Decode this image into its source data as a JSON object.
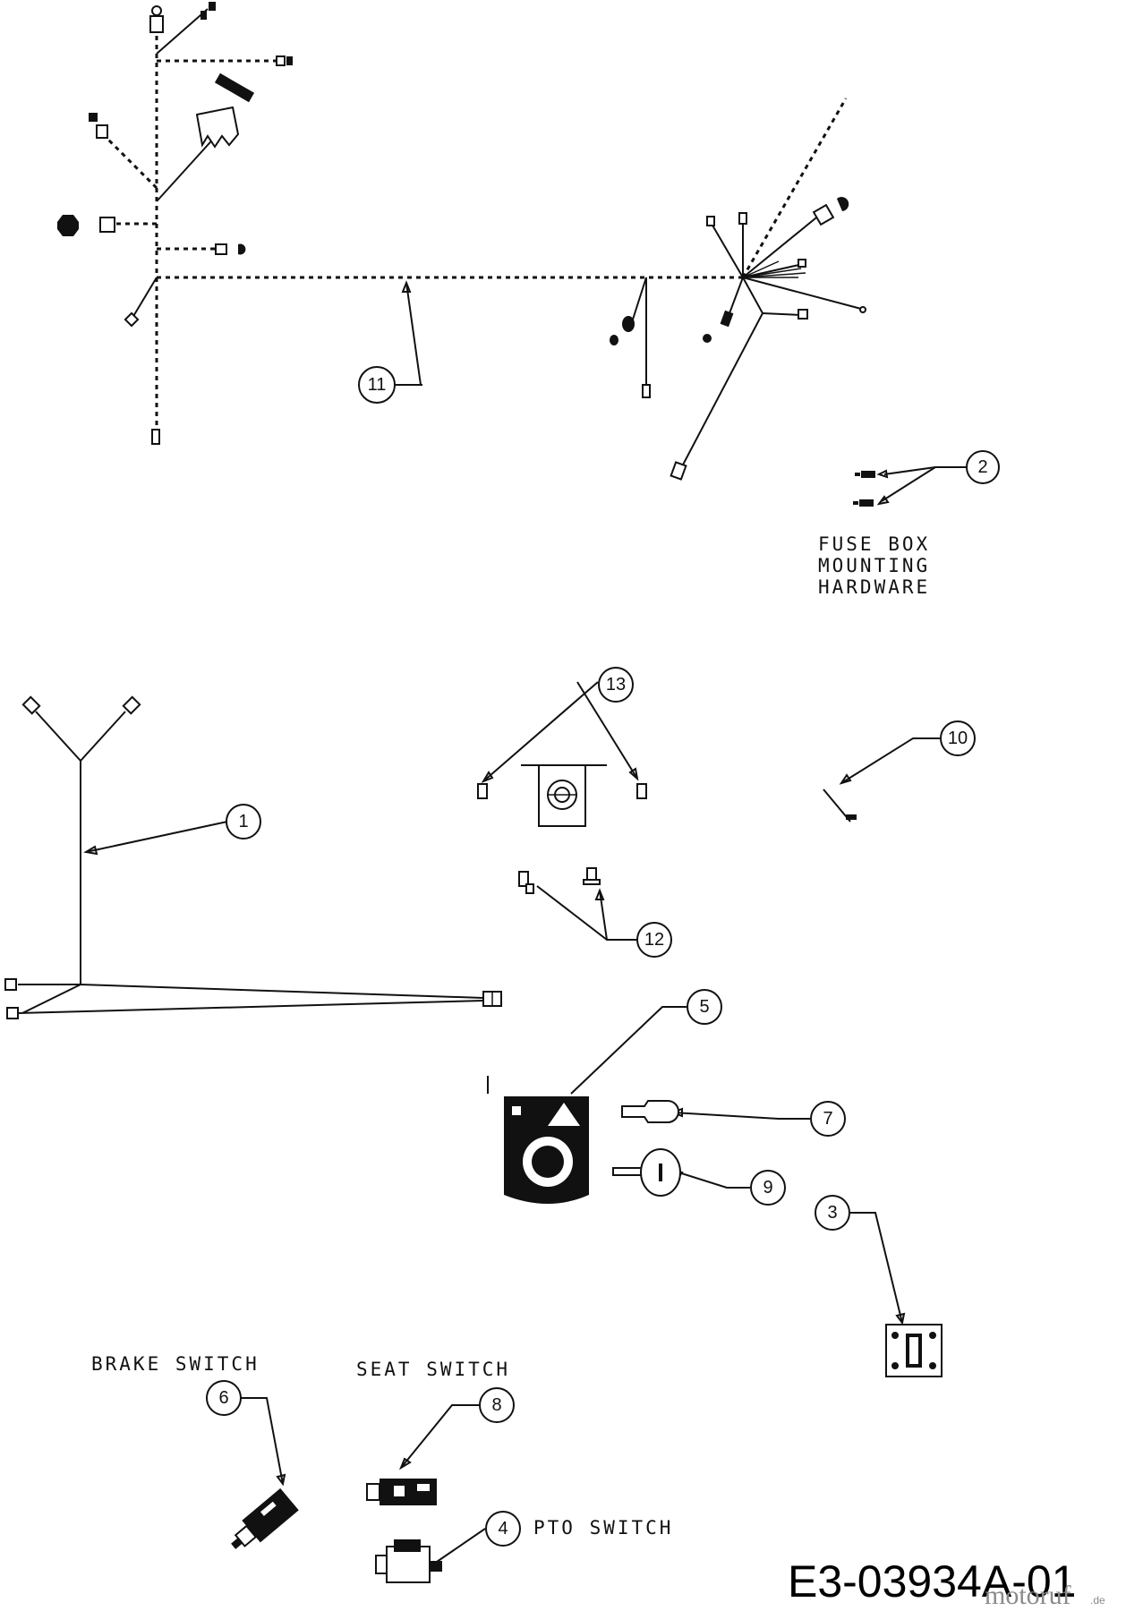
{
  "diagram_code": "E3-03934A-01",
  "watermark": {
    "name": "motoruf",
    "suffix": ".de"
  },
  "labels": {
    "fuse_box": [
      "FUSE BOX",
      "MOUNTING",
      "HARDWARE"
    ],
    "brake_switch": "BRAKE SWITCH",
    "seat_switch": "SEAT SWITCH",
    "pto_switch": "PTO SWITCH"
  },
  "callouts": [
    "1",
    "2",
    "3",
    "4",
    "5",
    "6",
    "7",
    "8",
    "9",
    "10",
    "11",
    "12",
    "13"
  ]
}
